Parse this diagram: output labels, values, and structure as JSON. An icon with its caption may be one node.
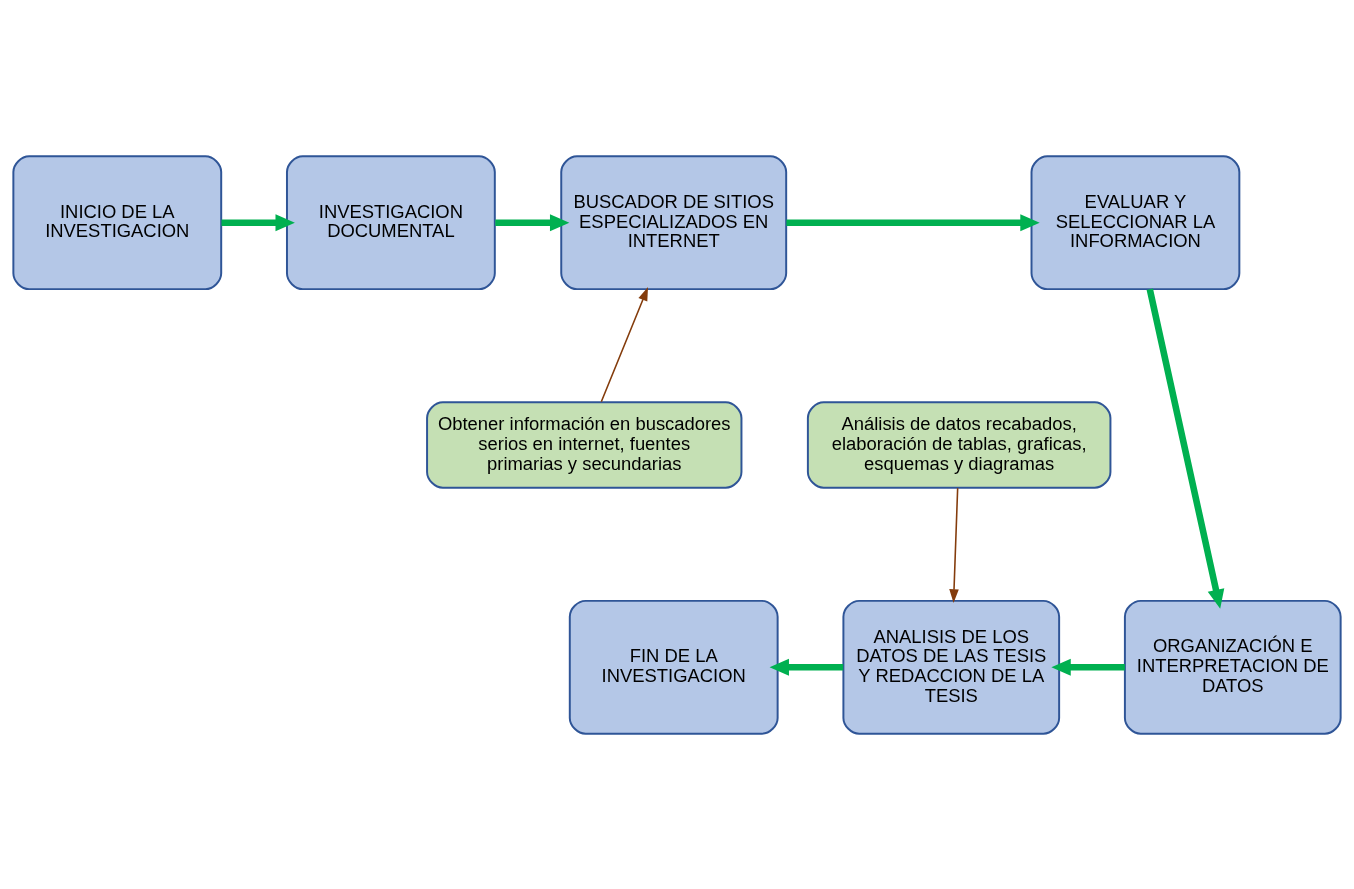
{
  "diagram": {
    "nodes": [
      {
        "text": [
          "INICIO DE LA INVESTIGACION"
        ]
      },
      {
        "text": [
          "INVESTIGACION DOCUMENTAL"
        ]
      },
      {
        "text": [
          "BUSCADOR DE SITIOS ESPECIALIZADOS EN INTERNET"
        ]
      },
      {
        "text": [
          "EVALUAR Y SELECCIONAR LA INFORMACION"
        ]
      },
      {
        "text": [
          "Obtener información en buscadores serios en internet, fuentes primarias y secundarias"
        ]
      },
      {
        "text": [
          "Análisis de datos recabados, elaboración de tablas, graficas, esquemas y diagramas"
        ]
      },
      {
        "text": [
          "FIN DE LA INVESTIGACION"
        ]
      },
      {
        "text": [
          "ANALISIS DE LOS DATOS DE LAS TESIS Y REDACCION DE LA TESIS"
        ]
      },
      {
        "text": [
          "ORGANIZACIÓN E INTERPRETACION DE DATOS"
        ]
      }
    ],
    "edges": [
      {
        "from": 0,
        "to": 1,
        "arrow": "to"
      },
      {
        "from": 1,
        "to": 2,
        "arrow": "to"
      },
      {
        "from": 2,
        "to": 3,
        "arrow": "to"
      },
      {
        "from": 3,
        "to": 8,
        "arrow": "to"
      },
      {
        "from": 8,
        "to": 7,
        "arrow": "to"
      },
      {
        "from": 7,
        "to": 6,
        "arrow": "to"
      },
      {
        "from": 4,
        "to": 2,
        "arrow": "to",
        "color": "#843c0c"
      },
      {
        "from": 5,
        "to": 7,
        "arrow": "to",
        "color": "#843c0c"
      }
    ]
  }
}
